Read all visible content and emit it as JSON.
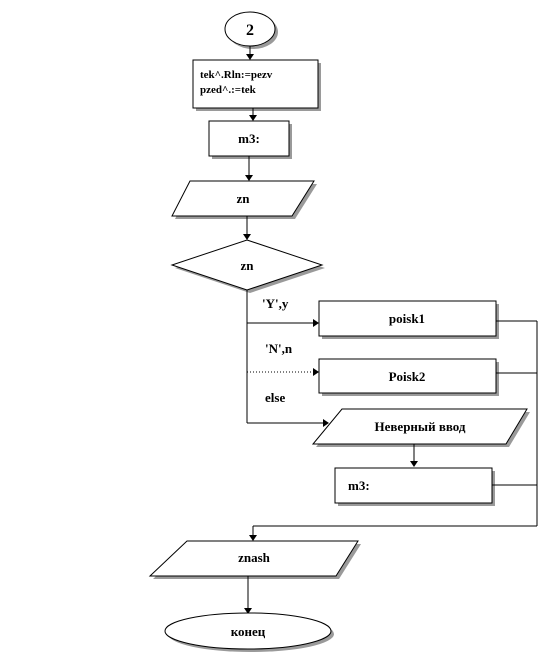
{
  "diagram": {
    "connector_label": "2",
    "assign_line1": "tek^.Rln:=pezv",
    "assign_line2": "pzed^.:=tek",
    "label_m3_top": "m3:",
    "input_zn": "zn",
    "decision_zn": "zn",
    "case_y_label": "'Y',y",
    "case_n_label": "'N',n",
    "case_else_label": "else",
    "proc_poisk1": "poisk1",
    "proc_poisk2": "Poisk2",
    "error_output": "Неверный ввод",
    "label_m3_bottom": "m3:",
    "output_znash": "znash",
    "end_label": "конец"
  }
}
